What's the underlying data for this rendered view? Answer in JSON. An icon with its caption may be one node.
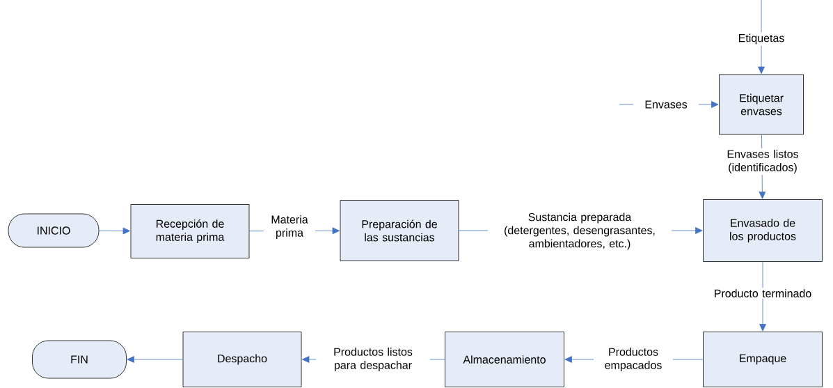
{
  "diagram": {
    "nodes": [
      {
        "text": [
          "INICIO"
        ]
      },
      {
        "text": [
          "Recepción de materia prima"
        ]
      },
      {
        "text": [
          "Preparación de las sustancias"
        ]
      },
      {
        "text": [
          "Etiquetar envases"
        ]
      },
      {
        "text": [
          "Envasado de los productos"
        ]
      },
      {
        "text": [
          "Empaque"
        ]
      },
      {
        "text": [
          "Almacenamiento"
        ]
      },
      {
        "text": [
          "Despacho"
        ]
      },
      {
        "text": [
          "FIN"
        ]
      }
    ],
    "edges": [
      {
        "from": 0,
        "to": 1,
        "arrow": "to"
      },
      {
        "from": 1,
        "to": 2,
        "arrow": "to",
        "label": "Materia prima"
      },
      {
        "from": 2,
        "to": 4,
        "arrow": "to",
        "label": "Sustancia preparada (detergentes, desengrasantes, ambientadores, etc.)"
      },
      {
        "from": null,
        "to": 3,
        "arrow": "to",
        "label": "Etiquetas"
      },
      {
        "from": null,
        "to": 3,
        "arrow": "to",
        "label": "Envases"
      },
      {
        "from": 3,
        "to": 4,
        "arrow": "to",
        "label": "Envases listos (identificados)"
      },
      {
        "from": 4,
        "to": 5,
        "arrow": "to",
        "label": "Producto terminado"
      },
      {
        "from": 5,
        "to": 6,
        "arrow": "to",
        "label": "Productos empacados"
      },
      {
        "from": 6,
        "to": 7,
        "arrow": "to",
        "label": "Productos listos para despachar"
      },
      {
        "from": 7,
        "to": 8,
        "arrow": "to"
      }
    ]
  }
}
